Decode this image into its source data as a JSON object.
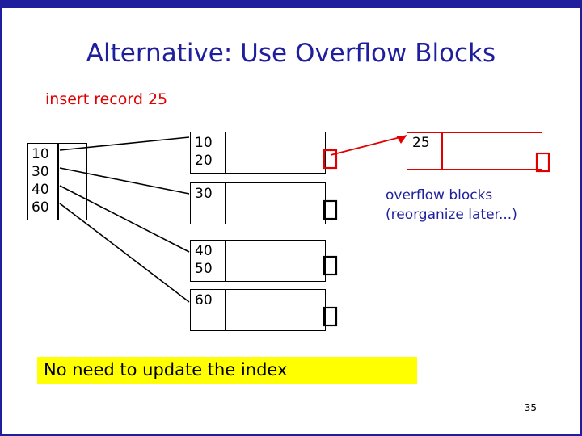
{
  "slide": {
    "title": "Alternative: Use Overflow Blocks",
    "subtitle": "insert record 25",
    "banner_text": "No need to update the index",
    "page_number": "35",
    "overflow_caption_line1": "overflow blocks",
    "overflow_caption_line2": "(reorganize later...)",
    "colors": {
      "frame": "#1f1f9e",
      "title": "#1f1f9e",
      "subtitle": "#e00000",
      "overflow": "#e00000",
      "banner_bg": "#ffff00",
      "block_border": "#000000"
    }
  },
  "index_block": {
    "name": "sparse-index-block",
    "keys": [
      "10",
      "30",
      "40",
      "60"
    ]
  },
  "data_blocks": [
    {
      "name": "data-block-1",
      "values": [
        "10",
        "20"
      ]
    },
    {
      "name": "data-block-2",
      "values": [
        "30",
        ""
      ]
    },
    {
      "name": "data-block-3",
      "values": [
        "40",
        "50"
      ]
    },
    {
      "name": "data-block-4",
      "values": [
        "60",
        ""
      ]
    }
  ],
  "overflow_block": {
    "name": "overflow-block-25",
    "values": [
      "25",
      ""
    ]
  }
}
